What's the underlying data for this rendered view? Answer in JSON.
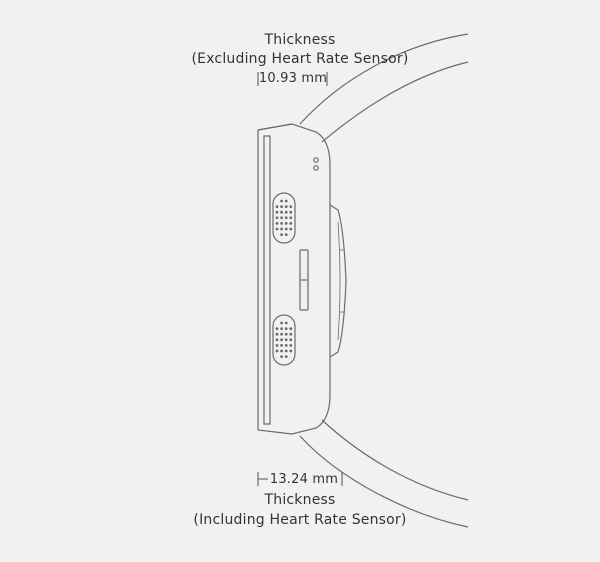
{
  "top_annotation": {
    "title": "Thickness",
    "subtitle": "(Excluding Heart Rate Sensor)",
    "value": "10.93 mm"
  },
  "bottom_annotation": {
    "value": "13.24 mm",
    "title": "Thickness",
    "subtitle": "(Including Heart Rate Sensor)"
  },
  "colors": {
    "background": "#f1f1f1",
    "outline": "#6b6b6b",
    "text": "#333333"
  },
  "icons": [
    "speaker-grille-icon",
    "microphone-holes-icon",
    "side-button-icon",
    "heart-rate-sensor-icon"
  ]
}
